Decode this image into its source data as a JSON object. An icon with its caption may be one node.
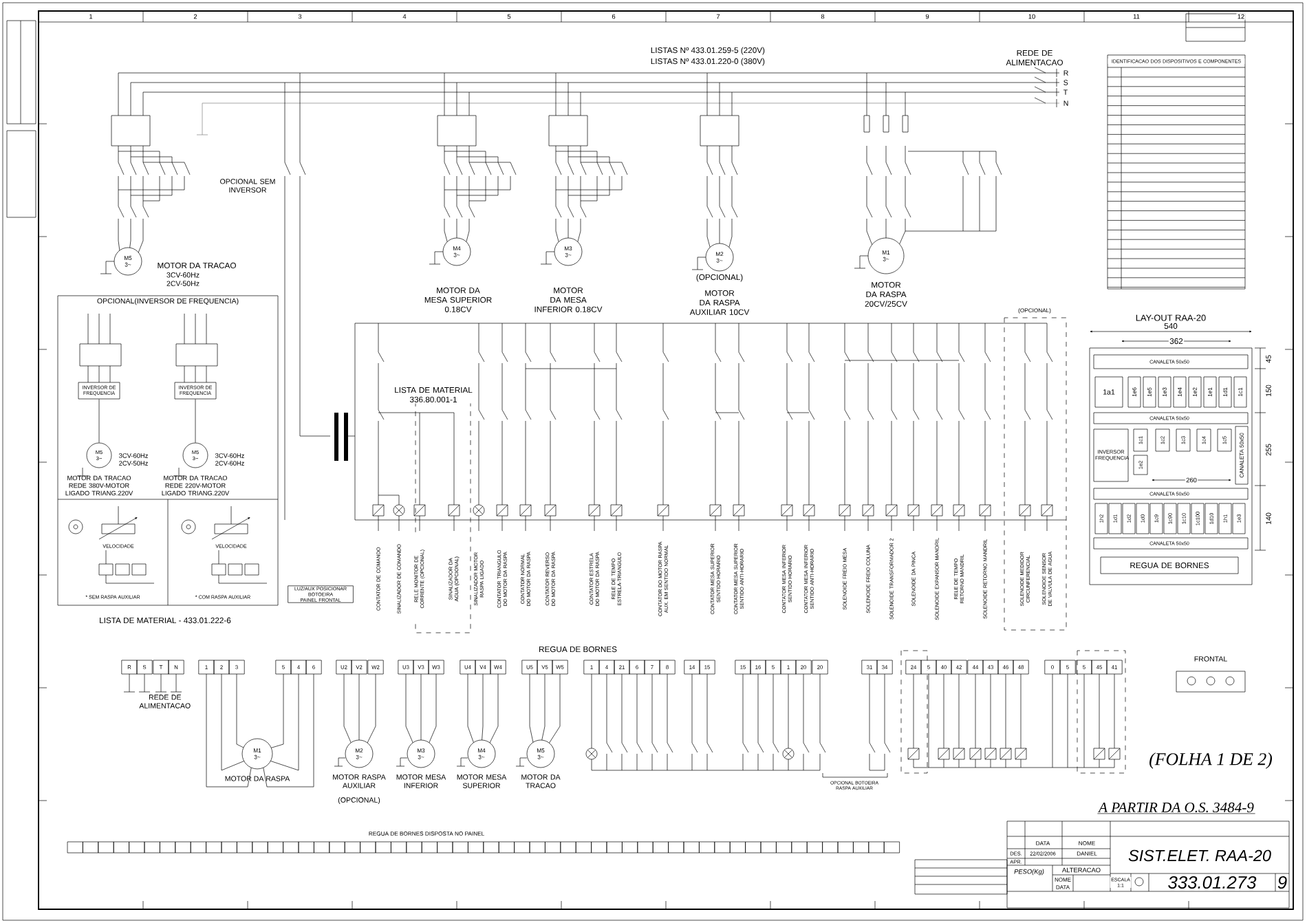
{
  "diagram": {
    "nodes": [
      {
        "text": [
          "M5",
          "3~"
        ],
        "beside": [
          "MOTOR DA TRACAO",
          "3CV-60Hz 2CV-50Hz"
        ]
      },
      {
        "text": [
          "M4",
          "3~"
        ],
        "beside": [
          "MOTOR DA MESA SUPERIOR 0.18CV"
        ]
      },
      {
        "text": [
          "M3",
          "3~"
        ],
        "beside": [
          "MOTOR DA MESA INFERIOR 0.18CV"
        ]
      },
      {
        "text": [
          "M2",
          "3~"
        ],
        "beside": [
          "(OPCIONAL)",
          "MOTOR DA RASPA AUXILIAR 10CV"
        ]
      },
      {
        "text": [
          "M1",
          "3~"
        ],
        "beside": [
          "MOTOR DA RASPA 20CV/25CV"
        ]
      },
      {
        "text": [
          "OPCIONAL(INVERSOR DE FREQUENCIA)"
        ]
      },
      {
        "text": [
          "INVERSOR DE FREQUENCIA"
        ],
        "in": 5
      },
      {
        "text": [
          "M5",
          "3~"
        ],
        "in": 5,
        "beside": [
          "3CV-60Hz 2CV-50Hz",
          "MOTOR DA TRACAO REDE 380V-MOTOR LIGADO TRIANG.220V"
        ]
      },
      {
        "text": [
          "INVERSOR DE FREQUENCIA"
        ],
        "in": 5
      },
      {
        "text": [
          "M5",
          "3~"
        ],
        "in": 5,
        "beside": [
          "3CV-60Hz 2CV-60Hz",
          "MOTOR DA TRACAO REDE 220V-MOTOR LIGADO TRIANG.220V"
        ]
      },
      {
        "text": [
          "LAY-OUT RAA-20"
        ]
      },
      {
        "text": [
          "1a1"
        ],
        "in": 10
      },
      {
        "text": [
          "1e6"
        ],
        "in": 10
      },
      {
        "text": [
          "1e5"
        ],
        "in": 10
      },
      {
        "text": [
          "1e3"
        ],
        "in": 10
      },
      {
        "text": [
          "1e4"
        ],
        "in": 10
      },
      {
        "text": [
          "1e2"
        ],
        "in": 10
      },
      {
        "text": [
          "1e1"
        ],
        "in": 10
      },
      {
        "text": [
          "1d1"
        ],
        "in": 10
      },
      {
        "text": [
          "1c1"
        ],
        "in": 10
      },
      {
        "text": [
          "INVERSOR FREQUENCIA"
        ],
        "in": 10
      },
      {
        "text": [
          "1c1"
        ],
        "in": 10
      },
      {
        "text": [
          "1e2"
        ],
        "in": 10
      },
      {
        "text": [
          "1c2"
        ],
        "in": 10
      },
      {
        "text": [
          "1c3"
        ],
        "in": 10
      },
      {
        "text": [
          "1c4"
        ],
        "in": 10
      },
      {
        "text": [
          "1c5"
        ],
        "in": 10
      },
      {
        "text": [
          "1h2"
        ],
        "in": 10
      },
      {
        "text": [
          "1d1"
        ],
        "in": 10
      },
      {
        "text": [
          "1d2"
        ],
        "in": 10
      },
      {
        "text": [
          "1d0"
        ],
        "in": 10
      },
      {
        "text": [
          "1c9"
        ],
        "in": 10
      },
      {
        "text": [
          "1c90"
        ],
        "in": 10
      },
      {
        "text": [
          "1c10"
        ],
        "in": 10
      },
      {
        "text": [
          "1c100"
        ],
        "in": 10
      },
      {
        "text": [
          "1d10"
        ],
        "in": 10
      },
      {
        "text": [
          "1h1"
        ],
        "in": 10
      },
      {
        "text": [
          "1e3"
        ],
        "in": 10
      },
      {
        "text": [
          "REGUA DE BORNES"
        ],
        "in": 10
      },
      {
        "text": [
          "M1",
          "3~"
        ],
        "beside": [
          "MOTOR DA RASPA"
        ]
      },
      {
        "text": [
          "M2",
          "3~"
        ],
        "beside": [
          "MOTOR RASPA AUXILIAR",
          "(OPCIONAL)"
        ]
      },
      {
        "text": [
          "M3",
          "3~"
        ],
        "beside": [
          "MOTOR MESA INFERIOR"
        ]
      },
      {
        "text": [
          "M4",
          "3~"
        ],
        "beside": [
          "MOTOR MESA SUPERIOR"
        ]
      },
      {
        "text": [
          "M5",
          "3~"
        ],
        "beside": [
          "MOTOR DA TRACAO"
        ]
      }
    ],
    "edges": [
      {
        "from": 6,
        "to": 7,
        "arrow": "none"
      },
      {
        "from": 8,
        "to": 9,
        "arrow": "none"
      }
    ],
    "labels": [
      "1",
      "2",
      "3",
      "4",
      "5",
      "6",
      "7",
      "8",
      "9",
      "10",
      "11",
      "12",
      "LISTAS Nº 433.01.259-5 (220V)",
      "LISTAS Nº 433.01.220-0 (380V)",
      "REDE DE ALIMENTACAO",
      "R",
      "S",
      "T",
      "N",
      "IDENTIFICACAO DOS DISPOSITIVOS E COMPONENTES",
      "OPCIONAL SEM INVERSOR",
      "VELOCIDADE",
      "VELOCIDADE",
      "* SEM RASPA AUXILIAR",
      "* COM RASPA AUXILIAR",
      "LISTA DE MATERIAL 336.80.001-1",
      "(OPCIONAL)",
      "540",
      "362",
      "CANALETA 50x50",
      "CANALETA 50x50",
      "260",
      "CANALETA 50x50",
      "CANALETA 50x50",
      "CANALETA 50x50",
      "45",
      "150",
      "255",
      "140",
      "CONTATOR DE COMANDO",
      "SINALIZADOR DE COMANDO",
      "RELE MONITOR DE CORRENTE (OPCIONAL)",
      "SINALIZADOR DA AGUA (OPCIONAL)",
      "SINALIZADOR MOTOR RASPA LIGADO",
      "CONTATOR TRIANGULO DO MOTOR DA RASPA",
      "CONTATOR NORMAL DO MOTOR DA RASPA",
      "CONTATOR REVERSO DO MOTOR DA RASPA",
      "CONTATOR ESTRELA DO MOTOR DA RASPA",
      "RELE DE TEMPO ESTRELA-TRIANGULO",
      "CONTATOR DO MOTOR RASPA AUX. EM SENTIDO NORMAL",
      "CONTATOR MESA SUPERIOR SENTIDO HORARIO",
      "CONTATOR MESA SUPERIOR SENTIDO ANTI-HORARIO",
      "CONTATOR MESA INFERIOR SENTIDO HORARIO",
      "CONTATOR MESA INFERIOR SENTIDO ANTI-HORARIO",
      "SOLENOIDE FREIO MESA",
      "SOLENOIDE FREIO COLUNA",
      "SOLENOIDE TRANSFORMADOR 2",
      "SOLENOIDE DA PINCA",
      "SOLENOIDE EXPANSOR MANDRIL",
      "RELE DE TEMPO RETORNO MANDRIL",
      "SOLENOIDE RETORNO MANDRIL",
      "SOLENOIDE MEDIDOR CIRCUNFERENCIAL",
      "SOLENOIDE SENSOR DE VALVULA DE AGUA",
      "LUZ/AUX POSICIONAR BOTOEIRA PAINEL FRONTAL",
      "LISTA DE MATERIAL - 433.01.222-6",
      "REGUA DE BORNES",
      "R",
      "S",
      "T",
      "N",
      "1",
      "2",
      "3",
      "5",
      "4",
      "6",
      "U2",
      "V2",
      "W2",
      "U3",
      "V3",
      "W3",
      "U4",
      "V4",
      "W4",
      "U5",
      "V5",
      "W5",
      "1",
      "4",
      "21",
      "6",
      "7",
      "8",
      "14",
      "15",
      "15",
      "16",
      "5",
      "1",
      "20",
      "20",
      "31",
      "34",
      "24",
      "5",
      "40",
      "42",
      "44",
      "43",
      "46",
      "48",
      "0",
      "5",
      "5",
      "45",
      "41",
      "REDE DE ALIMENTACAO",
      "FRONTAL",
      "(FOLHA 1 DE 2)",
      "OPCIONAL BOTOEIRA RASPA AUXILIAR",
      "A PARTIR DA O.S. 3484-9",
      "REGUA DE BORNES DISPOSTA NO PAINEL",
      "DATA",
      "NOME",
      "DES.",
      "22/02/2006",
      "DANIEL",
      "APR.",
      "SIST.ELET. RAA-20",
      "PESO(Kg)",
      "ALTERACAO",
      "NOME",
      "DATA",
      "ESCALA 1:1",
      "333.01.273",
      "9"
    ]
  }
}
